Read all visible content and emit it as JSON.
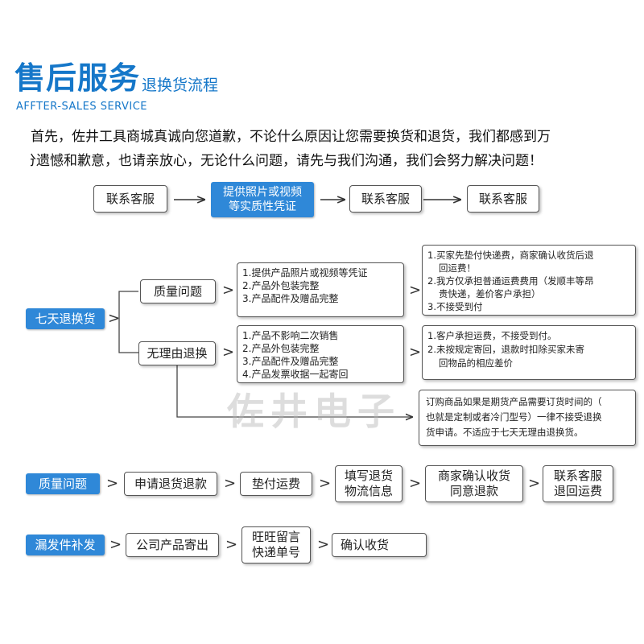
{
  "header": {
    "title": "售后服务",
    "subtitle": "退换货流程",
    "title_en": "AFFTER-SALES SERVICE"
  },
  "intro": {
    "line1": "首先，佐井工具商城真诚向您道歉，不论什么原因让您需要换货和退货，我们都感到万",
    "line2": "分遗憾和歉意，也请亲放心，无论什么问题，请先与我们沟通，我们会努力解决问题！"
  },
  "top_flow": {
    "step1": "联系客服",
    "step2_line1": "提供照片或视频",
    "step2_line2": "等实质性凭证",
    "step3": "联系客服",
    "step4": "联系客服"
  },
  "seven_day": {
    "label": "七天退换货",
    "quality": {
      "label": "质量问题",
      "conditions": [
        "1.提供产品照片或视频等凭证",
        "2.产品外包装完整",
        "3.产品配件及赠品完整"
      ],
      "policy": [
        "1.买家先垫付快递费，商家确认收货后退",
        "回运费！",
        "2.我方仅承担普通运费费用（发顺丰等昂",
        "贵快递，差价客户承担）",
        "3.不接受到付"
      ]
    },
    "no_reason": {
      "label": "无理由退换",
      "conditions": [
        "1.产品不影响二次销售",
        "2.产品外包装完整",
        "3.产品配件及赠品完整",
        "4.产品发票收据一起寄回"
      ],
      "policy": [
        "1.客户承担运费，不接受到付。",
        "2.未按规定寄回，退款时扣除买家未寄",
        "回物品的相应差价"
      ]
    },
    "futures_note": [
      "订购商品如果是期货产品需要订货时间的（",
      "也就是定制或者冷门型号）一律不接受退换",
      "货申请。不适应于七天无理由退换货。"
    ]
  },
  "watermark": "佐井电子",
  "quality_flow": {
    "label": "质量问题",
    "steps": [
      "申请退货退款",
      "垫付运费",
      "填写退货",
      "物流信息",
      "商家确认收货",
      "同意退款",
      "联系客服",
      "退回运费"
    ]
  },
  "missing_flow": {
    "label": "漏发件补发",
    "steps": [
      "公司产品寄出",
      "旺旺留言",
      "快递单号",
      "确认收货"
    ]
  },
  "symbols": {
    "gt": ">",
    "arrow": "long-arrow-right-icon"
  },
  "colors": {
    "accent": "#2f88d8",
    "title": "#1577c9"
  }
}
